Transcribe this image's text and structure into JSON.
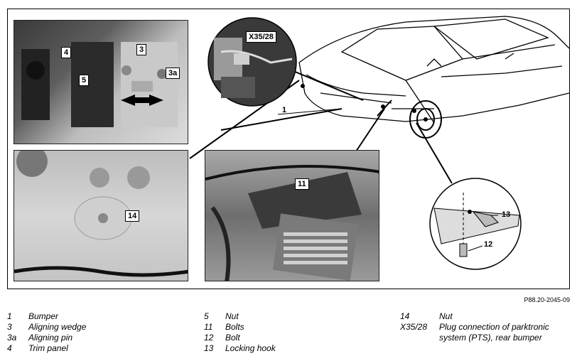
{
  "callouts": {
    "c4": "4",
    "c3": "3",
    "c3a": "3a",
    "c5": "5",
    "c1": "1",
    "cX": "X35/28",
    "c14": "14",
    "c11": "11",
    "c13": "13",
    "c12": "12"
  },
  "reference": "P88.20-2045-09",
  "legend": {
    "col1": [
      {
        "num": "1",
        "text": "Bumper"
      },
      {
        "num": "3",
        "text": "Aligning wedge"
      },
      {
        "num": "3a",
        "text": "Aligning pin"
      },
      {
        "num": "4",
        "text": "Trim panel"
      }
    ],
    "col2": [
      {
        "num": "5",
        "text": "Nut"
      },
      {
        "num": "11",
        "text": "Bolts"
      },
      {
        "num": "12",
        "text": "Bolt"
      },
      {
        "num": "13",
        "text": "Locking hook"
      }
    ],
    "col3": [
      {
        "num": "14",
        "text": "Nut"
      },
      {
        "num": "X35/28",
        "text": "Plug connection of parktronic",
        "text2": "system (PTS), rear bumper"
      }
    ]
  }
}
